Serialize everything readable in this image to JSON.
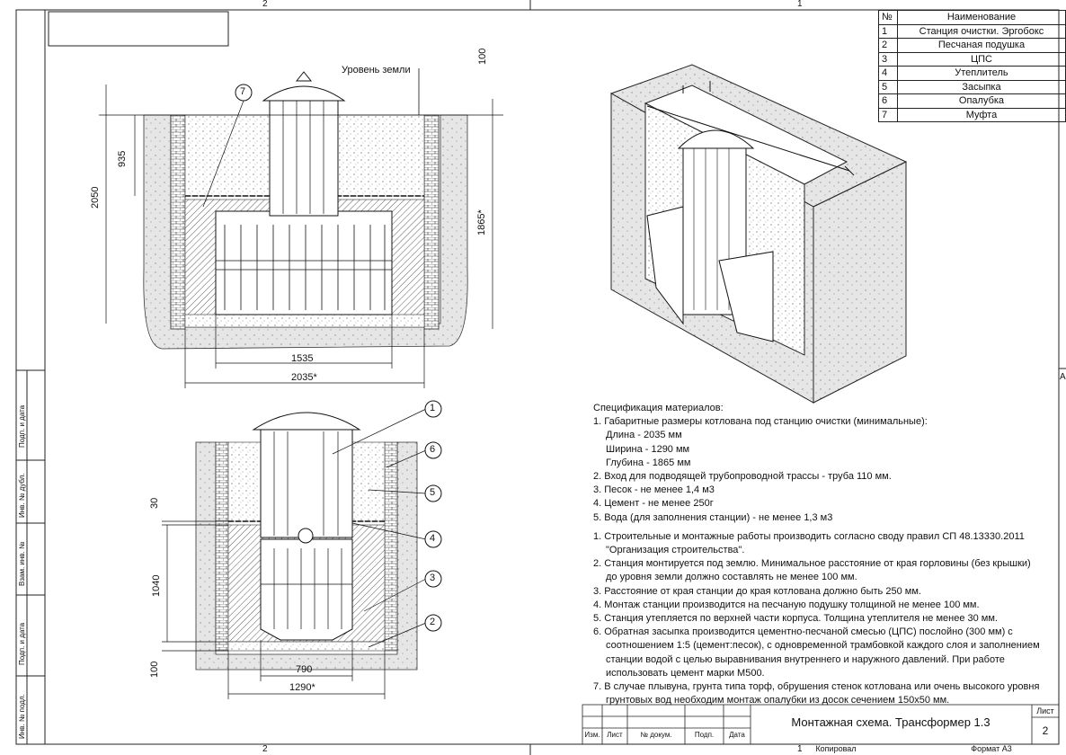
{
  "sheet": {
    "zone_top_left": "2",
    "zone_top_right": "1",
    "zone_bottom_left": "2",
    "zone_bottom_right": "1",
    "zone_right": "A"
  },
  "parts_table": {
    "header": {
      "num": "№",
      "name": "Наименование"
    },
    "rows": [
      {
        "num": "1",
        "name": "Станция очистки. Эргобокс"
      },
      {
        "num": "2",
        "name": "Песчаная подушка"
      },
      {
        "num": "3",
        "name": "ЦПС"
      },
      {
        "num": "4",
        "name": "Утеплитель"
      },
      {
        "num": "5",
        "name": "Засыпка"
      },
      {
        "num": "6",
        "name": "Опалубка"
      },
      {
        "num": "7",
        "name": "Муфта"
      }
    ]
  },
  "section_top": {
    "ground_label": "Уровень земли",
    "dim_100": "100",
    "dim_935": "935",
    "dim_2050": "2050",
    "dim_1865": "1865*",
    "dim_1535": "1535",
    "dim_2035": "2035*",
    "callout_7": "7"
  },
  "section_bottom": {
    "dim_30": "30",
    "dim_1040": "1040",
    "dim_100": "100",
    "dim_790": "790",
    "dim_1290": "1290*",
    "callouts": [
      "1",
      "6",
      "5",
      "4",
      "3",
      "2"
    ]
  },
  "spec": {
    "heading": "Спецификация материалов:",
    "l1": "1. Габаритные размеры котлована под станцию очистки (минимальные):",
    "l1a": "Длина - 2035 мм",
    "l1b": "Ширина - 1290 мм",
    "l1c": "Глубина - 1865 мм",
    "l2": "2. Вход для подводящей трубопроводной трассы - труба 110 мм.",
    "l3": "3. Песок - не менее 1,4 м3",
    "l4": "4. Цемент - не менее 250г",
    "l5": "5. Вода (для заполнения станции) - не менее 1,3 м3",
    "n1": "1. Строительные и монтажные работы производить согласно своду правил СП 48.13330.2011 \"Организация строительства\".",
    "n2": "2. Станция монтируется под землю. Минимальное расстояние от края горловины (без крышки) до уровня земли должно составлять не менее 100 мм.",
    "n3": "3. Расстояние от края станции до края котлована должно быть 250 мм.",
    "n4": "4. Монтаж станции производится на песчаную подушку толщиной не менее 100 мм.",
    "n5": "5. Станция утепляется по верхней части корпуса. Толщина утеплителя не менее 30 мм.",
    "n6": "6. Обратная засыпка производится цементно-песчаной смесью (ЦПС) послойно (300 мм) с соотношением 1:5 (цемент:песок), с одновременной трамбовкой каждого слоя и заполнением станции водой с целью выравнивания внутреннего и наружного давлений. При работе использовать цемент марки М500.",
    "n7": "7. В случае плывуна, грунта типа торф, обрушения стенок котлована или очень высокого уровня грунтовых вод необходим монтаж опалубки из досок сечением 150х50 мм."
  },
  "title_block": {
    "title": "Монтажная схема. Трансформер 1.3",
    "sheet_label": "Лист",
    "sheet_num": "2",
    "col_izm": "Изм.",
    "col_list": "Лист",
    "col_doc": "№ докум.",
    "col_sign": "Подп.",
    "col_date": "Дата",
    "copied": "Копировал",
    "format": "Формат А3"
  },
  "left_strip": {
    "a": "Подп. и дата",
    "b": "Инв. № дубл.",
    "c": "Взам. инв. №",
    "d": "Подп. и дата",
    "e": "Инв. № подл."
  }
}
